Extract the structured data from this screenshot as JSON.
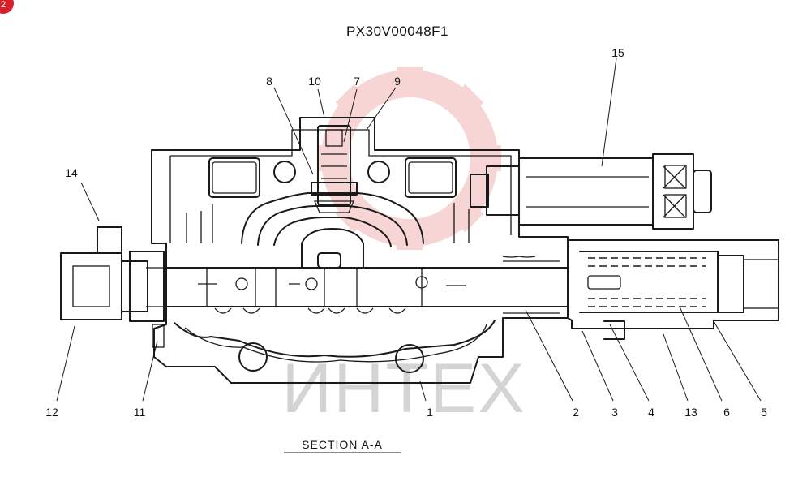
{
  "drawing": {
    "code": "PX30V00048F1",
    "section_label": "SECTION  A-A",
    "watermark_text": "ИНТЕХ",
    "corner_badge": "2",
    "colors": {
      "ink": "#1a1a1a",
      "watermark": "#d4d4d4",
      "gear_watermark": "#f3b3b3",
      "badge": "#d8202a"
    }
  },
  "callouts": [
    {
      "id": "15",
      "text": "15"
    },
    {
      "id": "8",
      "text": "8"
    },
    {
      "id": "10",
      "text": "10"
    },
    {
      "id": "7",
      "text": "7"
    },
    {
      "id": "9",
      "text": "9"
    },
    {
      "id": "14",
      "text": "14"
    },
    {
      "id": "12",
      "text": "12"
    },
    {
      "id": "11",
      "text": "11"
    },
    {
      "id": "1",
      "text": "1"
    },
    {
      "id": "2",
      "text": "2"
    },
    {
      "id": "3",
      "text": "3"
    },
    {
      "id": "4",
      "text": "4"
    },
    {
      "id": "13",
      "text": "13"
    },
    {
      "id": "6",
      "text": "6"
    },
    {
      "id": "5",
      "text": "5"
    }
  ]
}
